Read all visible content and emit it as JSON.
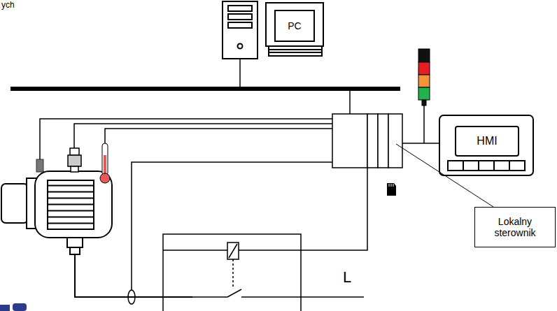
{
  "diagram": {
    "nodes": [
      {
        "text": [
          "PC"
        ]
      },
      {
        "text": [
          "HMI"
        ]
      },
      {
        "text": [
          "Lokalny sterownik"
        ]
      }
    ],
    "labels": [
      "ych",
      "L"
    ]
  }
}
